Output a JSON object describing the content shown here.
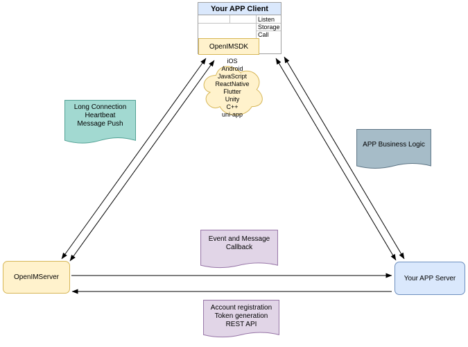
{
  "client": {
    "title": "Your APP Client",
    "interface_rows": [
      "Listen",
      "Storage",
      "Call"
    ],
    "sdk_label": "OpenIMSDK"
  },
  "platforms": {
    "text": "iOS\nAndroid\nJavaScript\nReactNative\nFlutter\nUnity\nC++\nuni-app"
  },
  "callouts": {
    "long_connection": "Long Connection\nHeartbeat\nMessage Push",
    "app_business_logic": "APP Business Logic",
    "event_callback": "Event and Message\nCallback",
    "account_registration": "Account registration\nToken generation\nREST API"
  },
  "nodes": {
    "openim_server": "OpenIMServer",
    "app_server": "Your APP Server"
  },
  "colors": {
    "blue_fill": "#dae8fc",
    "blue_border": "#6c8ebf",
    "yellow_fill": "#fff2cc",
    "yellow_border": "#d6b656",
    "teal_fill": "#a2d9d1",
    "teal_border": "#4fa093",
    "gray_fill": "#a6bcc8",
    "gray_border": "#5d7585",
    "purple_fill": "#e1d5e7",
    "purple_border": "#9673a6",
    "connector_color": "#000000"
  }
}
